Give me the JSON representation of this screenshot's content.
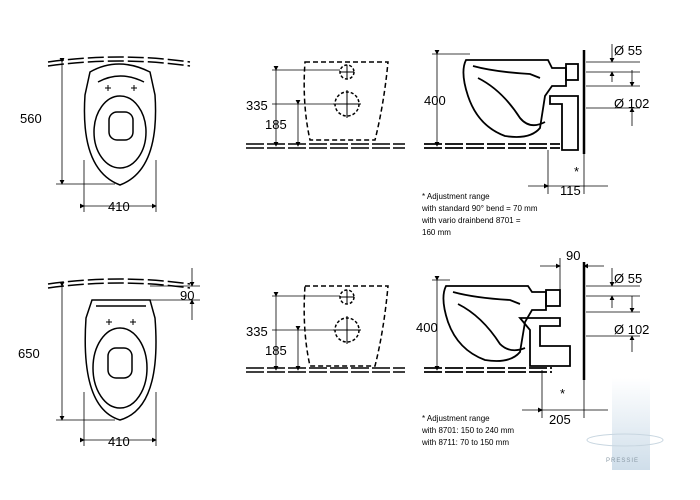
{
  "top_row": {
    "plan": {
      "height": "560",
      "width": "410"
    },
    "wall": {
      "upper": "335",
      "lower": "185"
    },
    "side": {
      "height": "400",
      "inlet": "Ø 55",
      "outlet": "Ø 102",
      "depth": "115",
      "asterisk": "*"
    },
    "note": [
      "* Adjustment range",
      "with standard 90° bend = 70 mm",
      "with vario drainbend 8701 =",
      "160 mm"
    ]
  },
  "bottom_row": {
    "plan": {
      "height": "650",
      "width": "410",
      "offset": "90"
    },
    "wall": {
      "upper": "335",
      "lower": "185"
    },
    "side": {
      "height": "400",
      "top": "90",
      "inlet": "Ø 55",
      "outlet": "Ø 102",
      "depth": "205",
      "asterisk": "*"
    },
    "note": [
      "* Adjustment range",
      "with 8701: 150 to 240 mm",
      "with 8711: 70 to 150 mm"
    ]
  },
  "watermark": "PRESSIE",
  "colors": {
    "line": "#000000",
    "watermark": "#d6e4f0"
  }
}
